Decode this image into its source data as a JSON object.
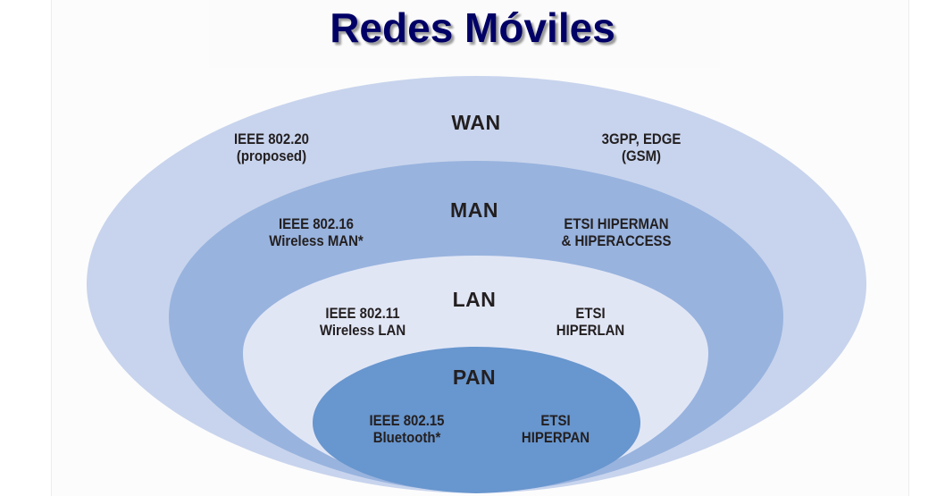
{
  "title": "Redes Móviles",
  "colors": {
    "title": "#000066",
    "wan": "#c8d4ed",
    "man": "#98b3de",
    "lan": "#e1e6f5",
    "pan": "#6896ce",
    "text": "#231f20"
  },
  "layers": {
    "wan": {
      "name": "WAN",
      "left_standard": [
        "IEEE 802.20",
        "(proposed)"
      ],
      "right_standard": [
        "3GPP, EDGE",
        "(GSM)"
      ]
    },
    "man": {
      "name": "MAN",
      "left_standard": [
        "IEEE 802.16",
        "Wireless MAN*"
      ],
      "right_standard": [
        "ETSI HIPERMAN",
        "& HIPERACCESS"
      ]
    },
    "lan": {
      "name": "LAN",
      "left_standard": [
        "IEEE 802.11",
        "Wireless LAN"
      ],
      "right_standard": [
        "ETSI",
        "HIPERLAN"
      ]
    },
    "pan": {
      "name": "PAN",
      "left_standard": [
        "IEEE 802.15",
        "Bluetooth*"
      ],
      "right_standard": [
        "ETSI",
        "HIPERPAN"
      ]
    }
  }
}
